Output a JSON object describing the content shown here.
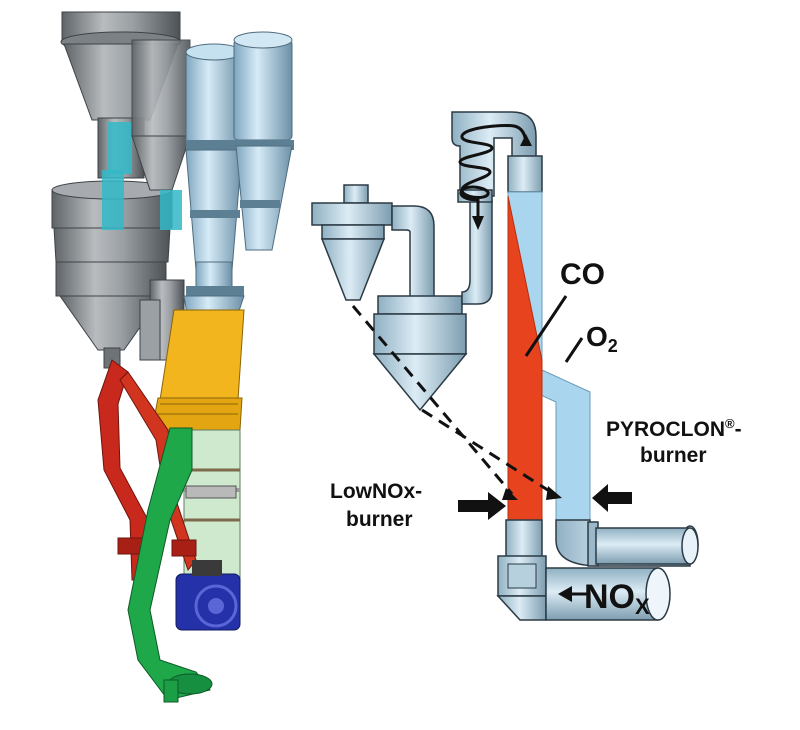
{
  "labels": {
    "co": "CO",
    "o2_base": "O",
    "o2_sub": "2",
    "pyroclon_main": "PYROCLON",
    "pyroclon_sup": "®",
    "pyroclon_dash": "-",
    "pyroclon_line2": "burner",
    "lownox_line1": "LowNOx-",
    "lownox_line2": "burner",
    "nox_base": "NO",
    "nox_sub": "X"
  },
  "colors": {
    "flame_red": "#e8431f",
    "air_blue": "#a9d6ee",
    "duct_light": "#cde2ee",
    "duct_mid": "#9ab8c9",
    "duct_dark": "#6f8d9f",
    "outline": "#2b3a44",
    "plant_grey": "#8f9498",
    "plant_yellow": "#f2b51e",
    "plant_green": "#1ea84a",
    "plant_red": "#c9281c",
    "plant_blue_dark": "#2431a8",
    "plant_teal": "#32b9c8",
    "plant_light": "#cfe9ce"
  },
  "icons": {
    "swirl": "spiral-flow-icon",
    "arrow": "black-arrow-icon"
  }
}
